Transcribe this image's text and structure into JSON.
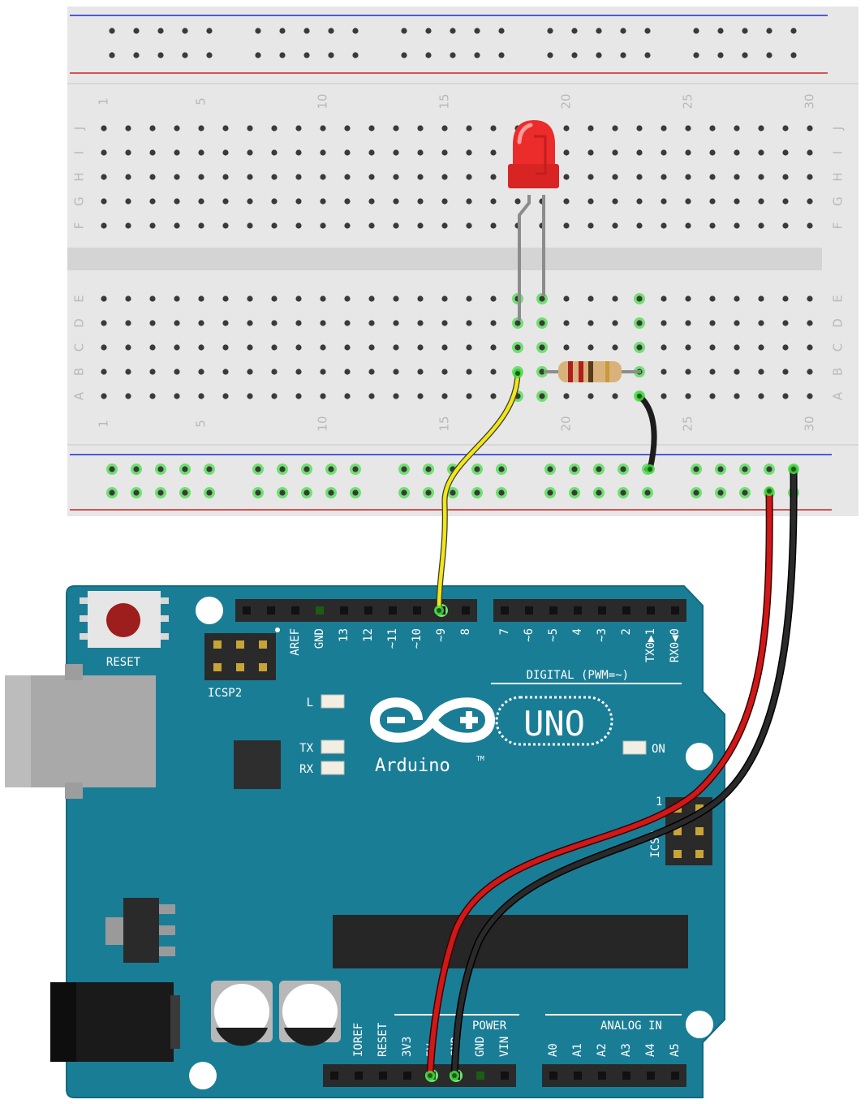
{
  "breadboard": {
    "row_letters_top": [
      "J",
      "I",
      "H",
      "G",
      "F"
    ],
    "row_letters_bottom": [
      "E",
      "D",
      "C",
      "B",
      "A"
    ],
    "column_numbers": [
      "1",
      "5",
      "10",
      "15",
      "20",
      "25",
      "30"
    ]
  },
  "board": {
    "reset_label": "RESET",
    "icsp2_label": "ICSP2",
    "icsp_label": "ICSP",
    "icsp_pin1": "1",
    "brand_name": "Arduino",
    "trademark": "TM",
    "model": "UNO",
    "digital_section_label": "DIGITAL (PWM=~)",
    "power_section_label": "POWER",
    "analog_section_label": "ANALOG IN",
    "led_l": "L",
    "led_tx": "TX",
    "led_rx": "RX",
    "led_on": "ON",
    "digital_header_left": [
      "AREF",
      "GND",
      "13",
      "12",
      "~11",
      "~10",
      "~9",
      "8"
    ],
    "digital_header_right": [
      "7",
      "~6",
      "~5",
      "4",
      "~3",
      "2",
      "TX0▶1",
      "RX0◀0"
    ],
    "power_header": [
      "IOREF",
      "RESET",
      "3V3",
      "5V",
      "GND",
      "GND",
      "VIN"
    ],
    "analog_header": [
      "A0",
      "A1",
      "A2",
      "A3",
      "A4",
      "A5"
    ]
  },
  "colors": {
    "board": "#1a7d96",
    "board_edge": "#0f6a80",
    "breadboard": "#e7e7e7",
    "rail_red": "#d42020",
    "rail_blue": "#1a2fd6",
    "wire_yellow": "#f2e614",
    "wire_red": "#d01818",
    "wire_black": "#1c1c1c",
    "led": "#ec2b2b",
    "highlight": "#44dd44"
  }
}
